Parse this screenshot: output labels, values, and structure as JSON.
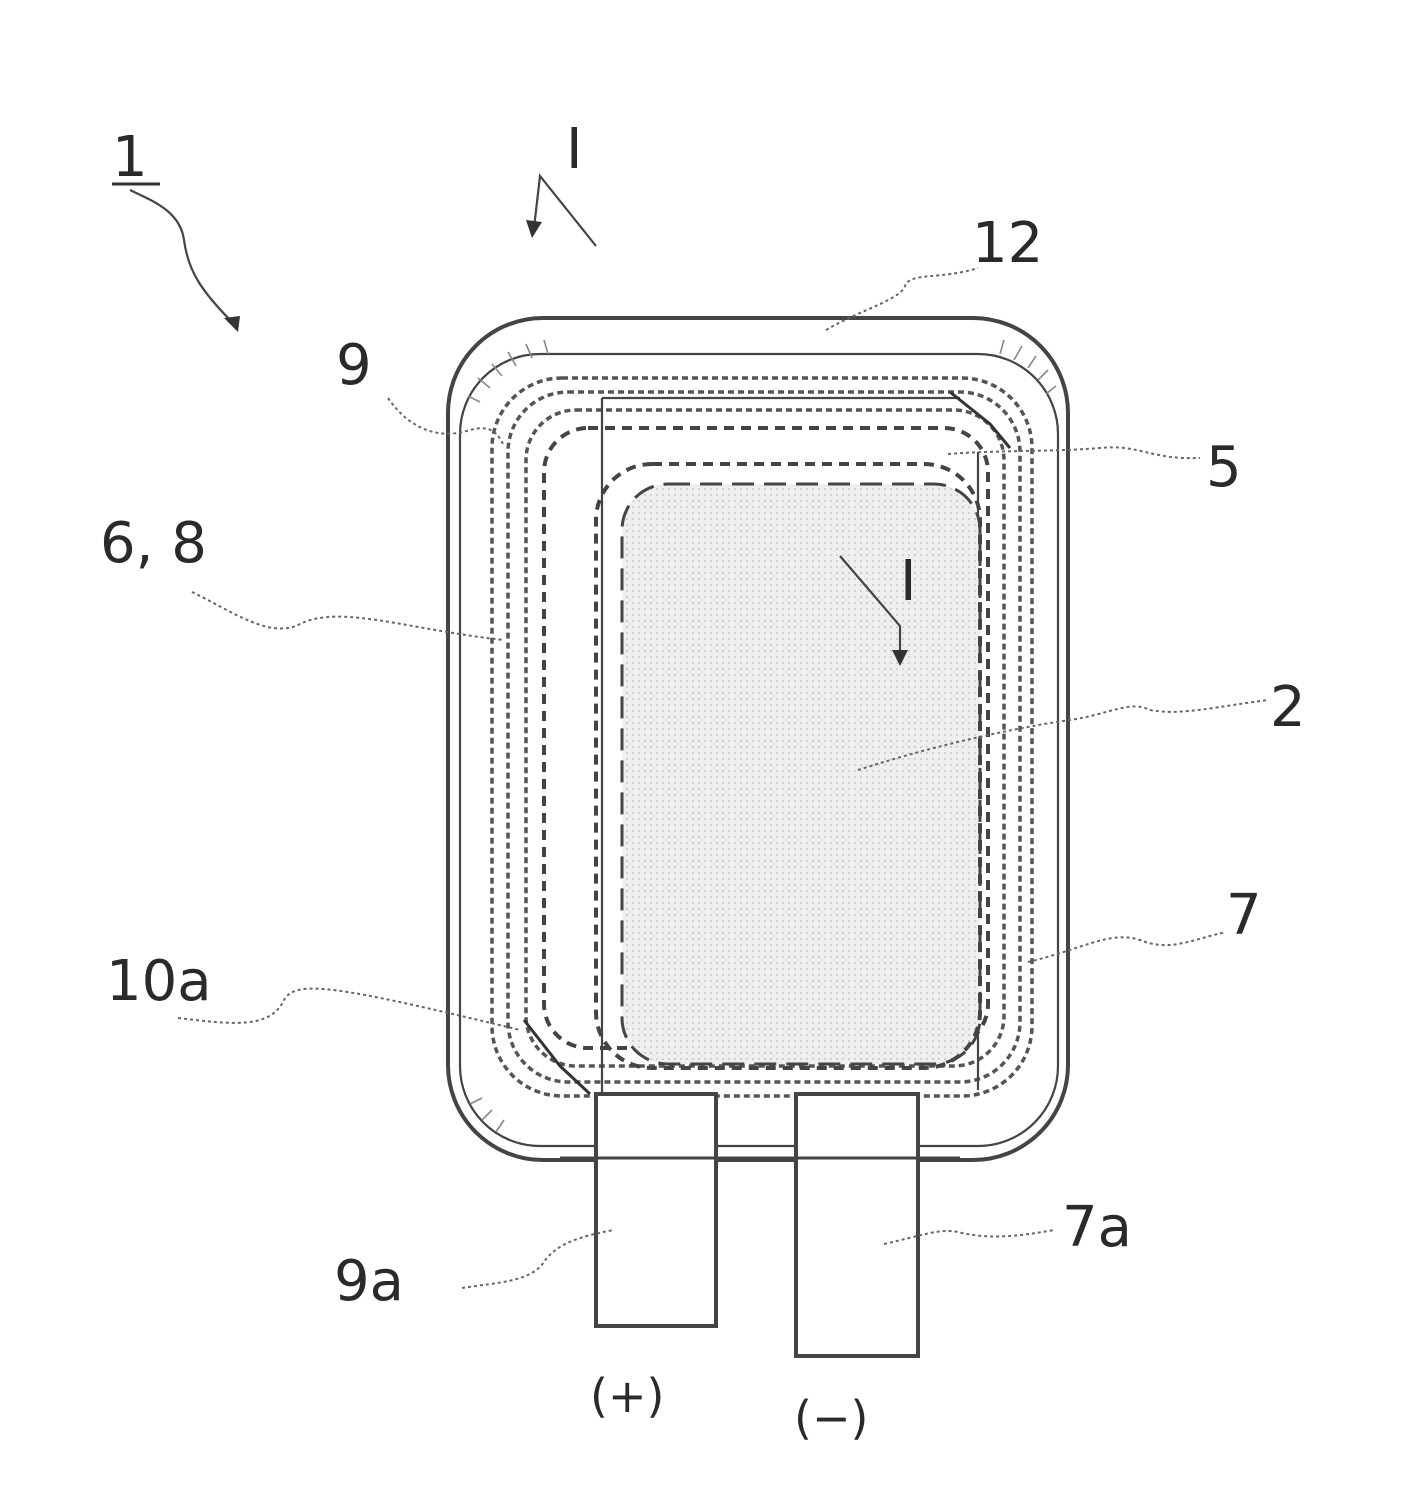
{
  "labels": {
    "device": "1",
    "section_top": "I",
    "section_inner": "I",
    "outer_case": "12",
    "layer_9": "9",
    "layer_5": "5",
    "layers_6_8": "6, 8",
    "body_2": "2",
    "layer_7": "7",
    "corner_10a": "10a",
    "tab_9a": "9a",
    "tab_7a": "7a",
    "polarity_positive": "(+)",
    "polarity_negative": "(−)"
  },
  "colors": {
    "stroke": "#444444",
    "fill_inner": "#e9e9e9",
    "background": "#ffffff"
  }
}
